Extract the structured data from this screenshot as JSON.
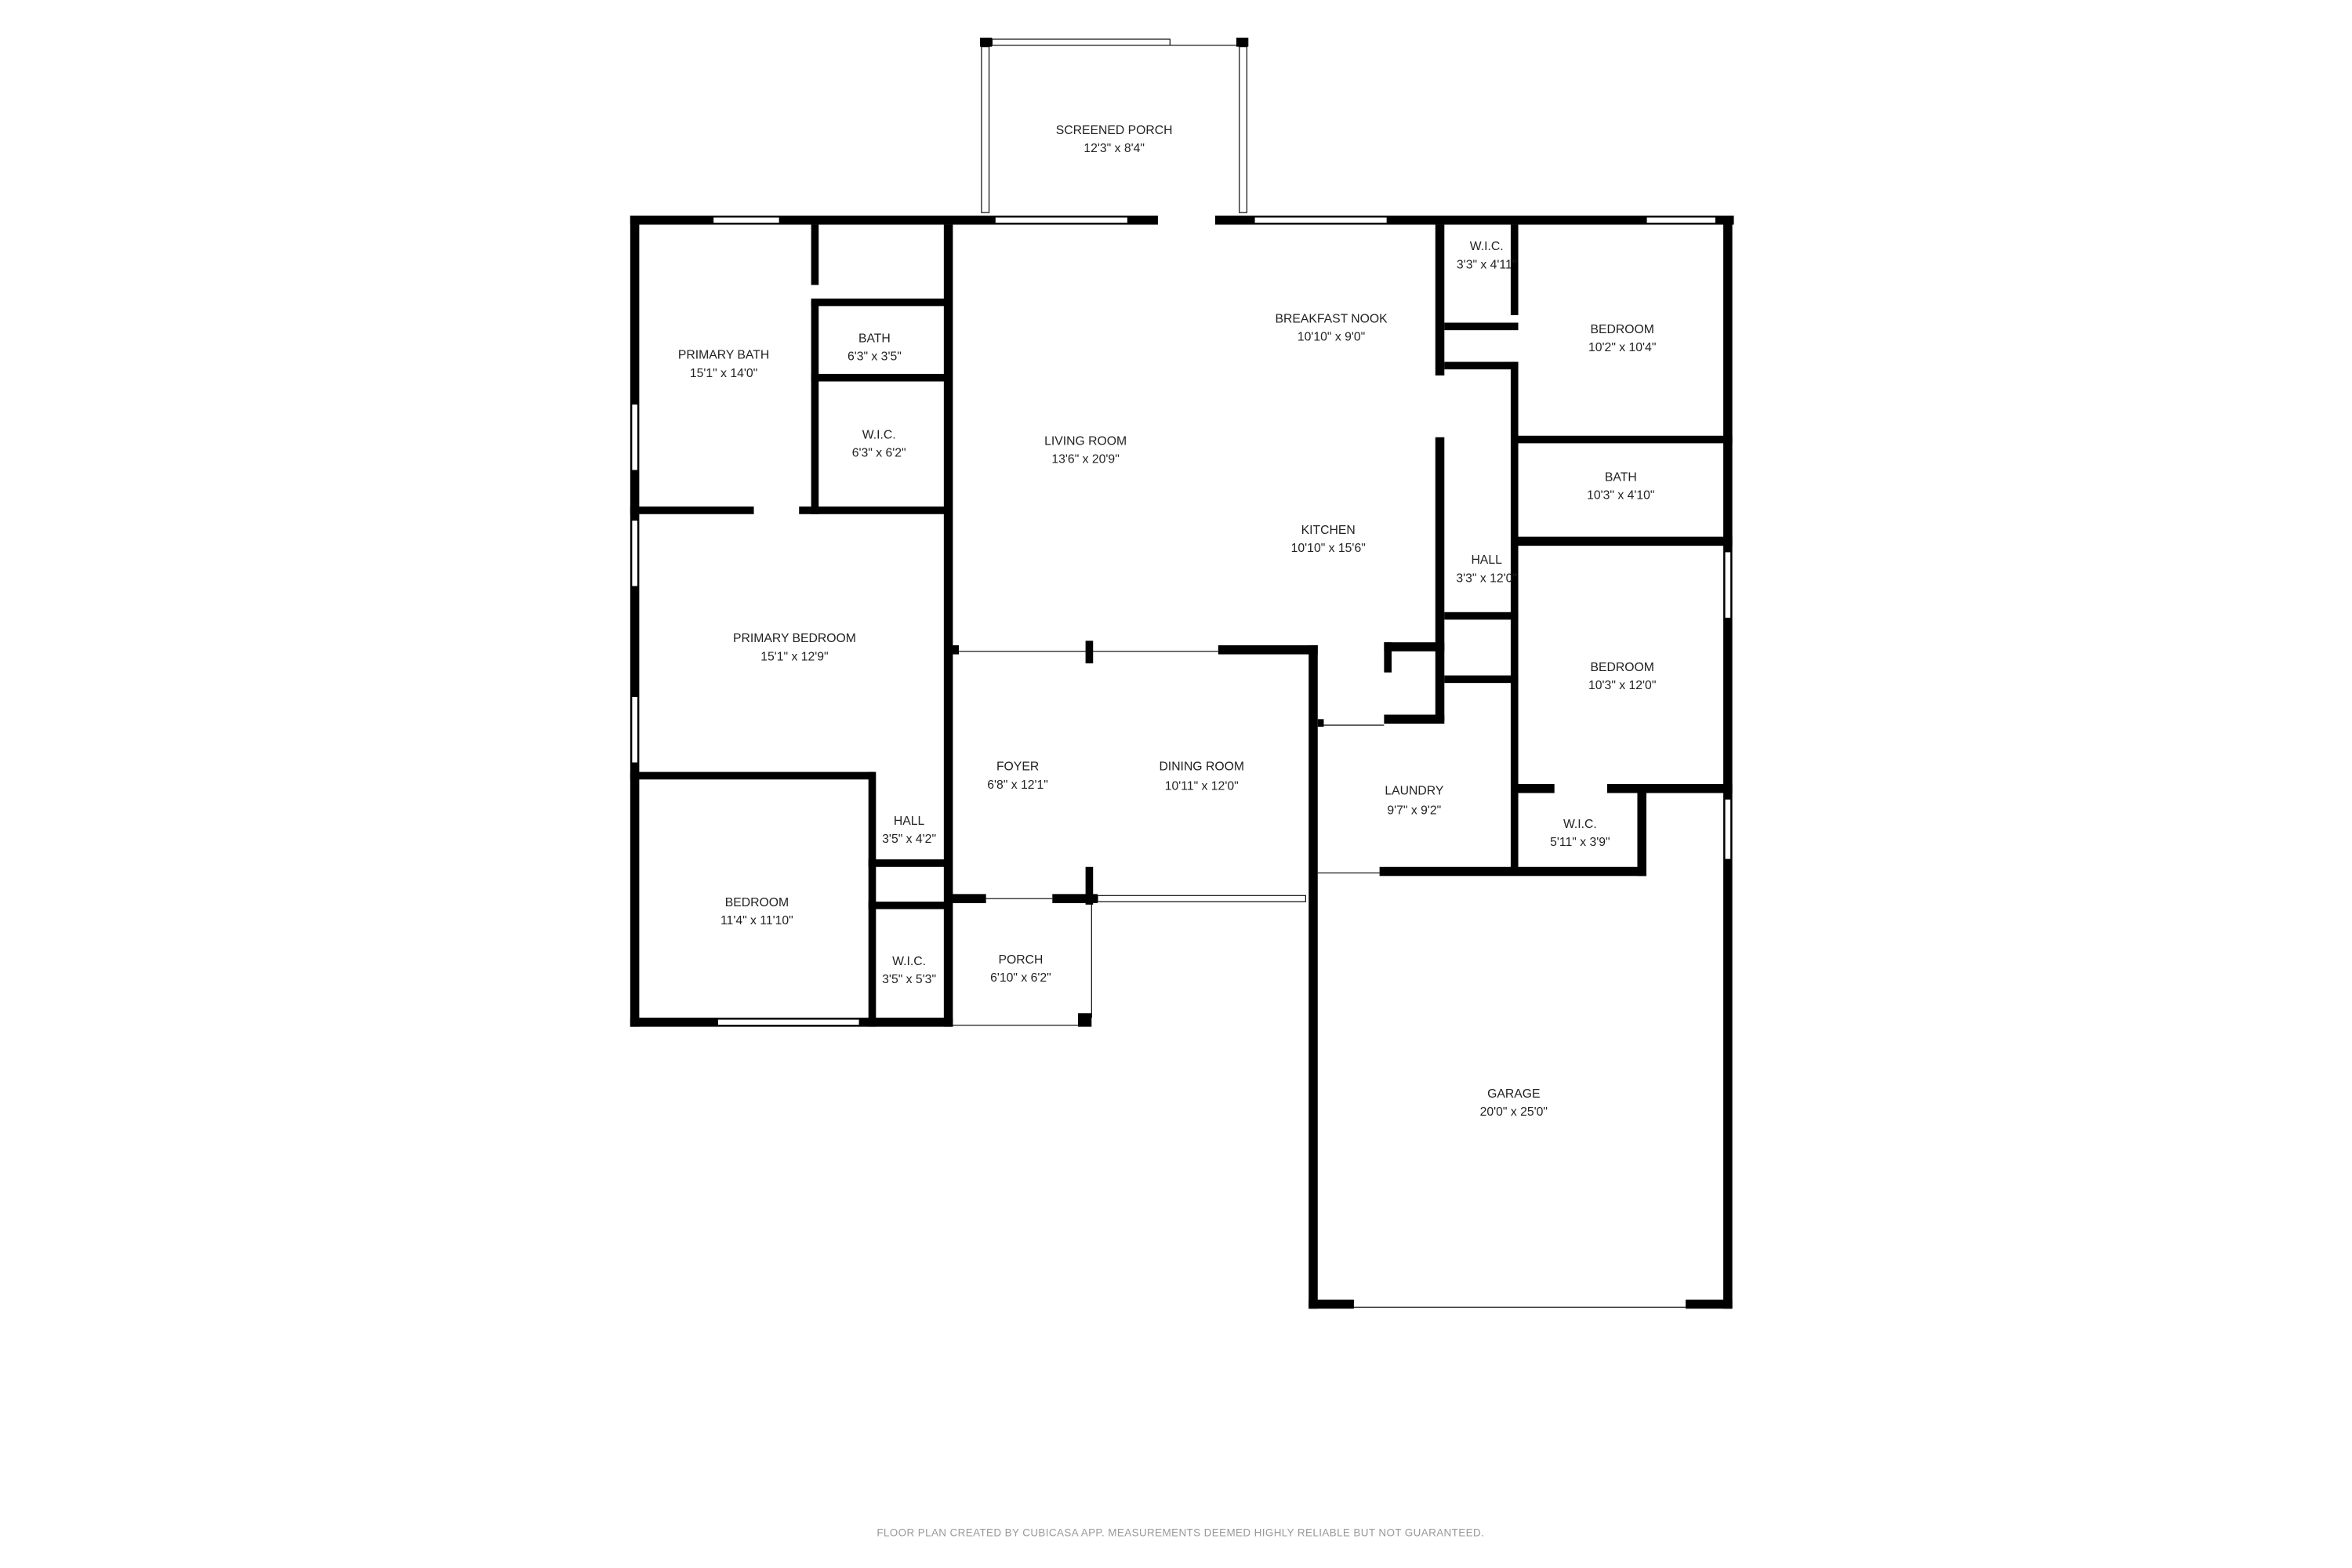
{
  "rooms": [
    {
      "name": "SCREENED PORCH",
      "dim": "12'3\" x 8'4\""
    },
    {
      "name": "PRIMARY BATH",
      "dim": "15'1\" x 14'0\""
    },
    {
      "name": "BATH",
      "dim": "6'3\" x 3'5\""
    },
    {
      "name": "W.I.C.",
      "dim": "6'3\" x 6'2\""
    },
    {
      "name": "LIVING ROOM",
      "dim": "13'6\" x 20'9\""
    },
    {
      "name": "BREAKFAST NOOK",
      "dim": "10'10\" x 9'0\""
    },
    {
      "name": "KITCHEN",
      "dim": "10'10\" x 15'6\""
    },
    {
      "name": "W.I.C.",
      "dim": "3'3\" x 4'11\""
    },
    {
      "name": "BEDROOM",
      "dim": "10'2\" x 10'4\""
    },
    {
      "name": "BATH",
      "dim": "10'3\" x 4'10\""
    },
    {
      "name": "HALL",
      "dim": "3'3\" x 12'0\""
    },
    {
      "name": "BEDROOM",
      "dim": "10'3\" x 12'0\""
    },
    {
      "name": "PRIMARY BEDROOM",
      "dim": "15'1\" x 12'9\""
    },
    {
      "name": "FOYER",
      "dim": "6'8\" x 12'1\""
    },
    {
      "name": "DINING ROOM",
      "dim": "10'11\" x 12'0\""
    },
    {
      "name": "LAUNDRY",
      "dim": "9'7\" x 9'2\""
    },
    {
      "name": "W.I.C.",
      "dim": "5'11\" x 3'9\""
    },
    {
      "name": "HALL",
      "dim": "3'5\" x 4'2\""
    },
    {
      "name": "BEDROOM",
      "dim": "11'4\" x 11'10\""
    },
    {
      "name": "W.I.C.",
      "dim": "3'5\" x 5'3\""
    },
    {
      "name": "PORCH",
      "dim": "6'10\" x 6'2\""
    },
    {
      "name": "GARAGE",
      "dim": "20'0\" x 25'0\""
    }
  ],
  "footer": "FLOOR PLAN CREATED BY CUBICASA APP. MEASUREMENTS DEEMED HIGHLY RELIABLE BUT NOT GUARANTEED."
}
